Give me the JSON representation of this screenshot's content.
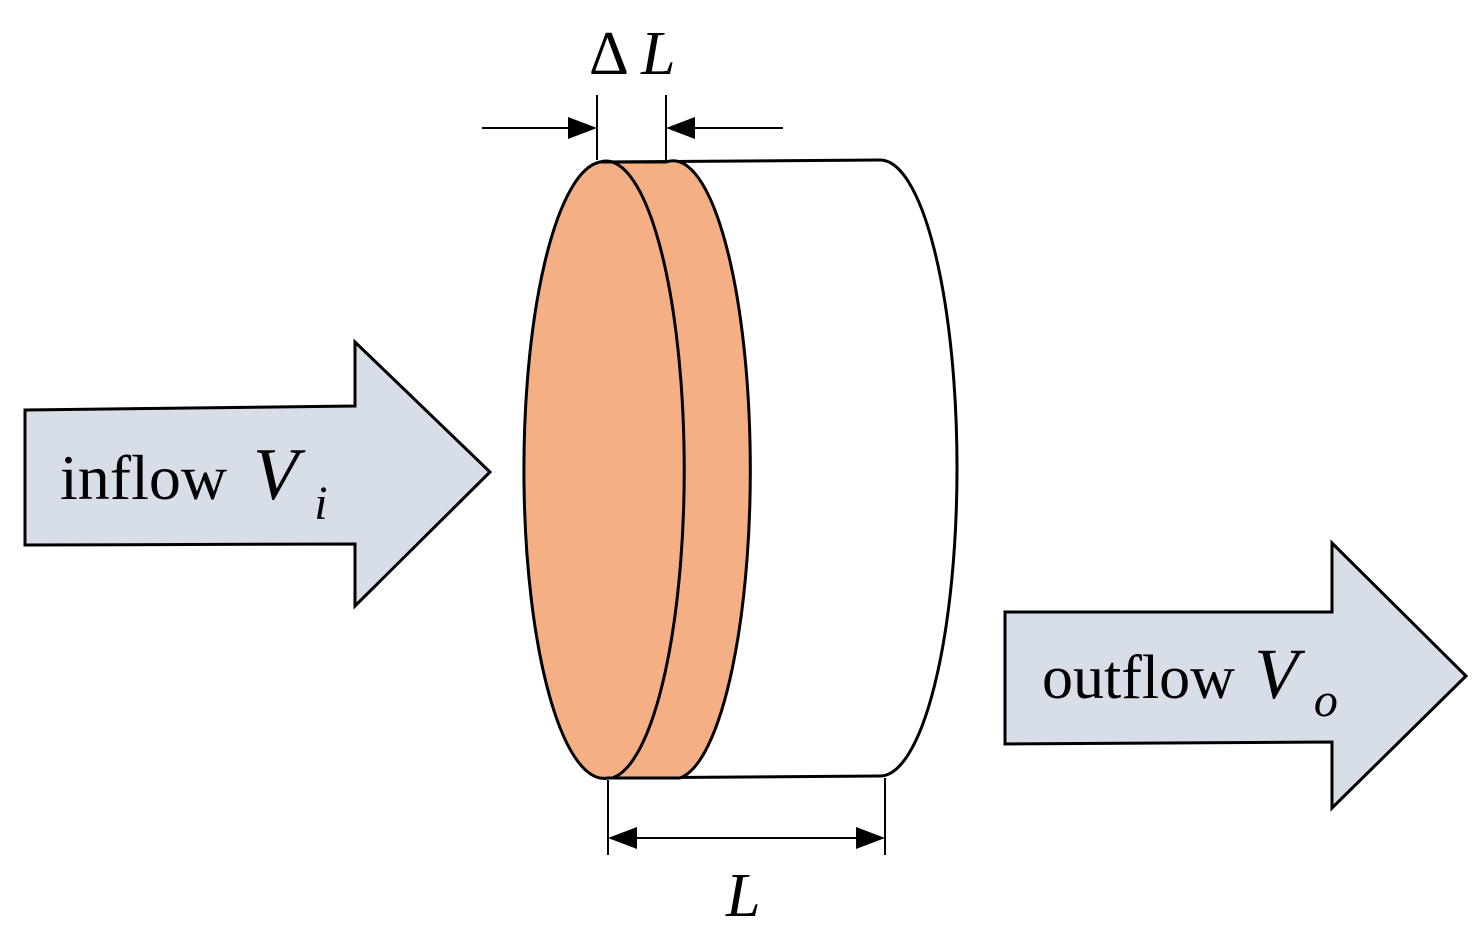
{
  "colors": {
    "arrow_fill": "#d7dee8",
    "slice_fill": "#f4b084",
    "stroke": "#000000",
    "background": "#ffffff"
  },
  "labels": {
    "inflow_word": "inflow",
    "inflow_var": "V",
    "inflow_sub": "i",
    "outflow_word": "outflow",
    "outflow_var": "V",
    "outflow_sub": "o",
    "delta_symbol": "Δ",
    "delta_var": "L",
    "length_var": "L"
  }
}
